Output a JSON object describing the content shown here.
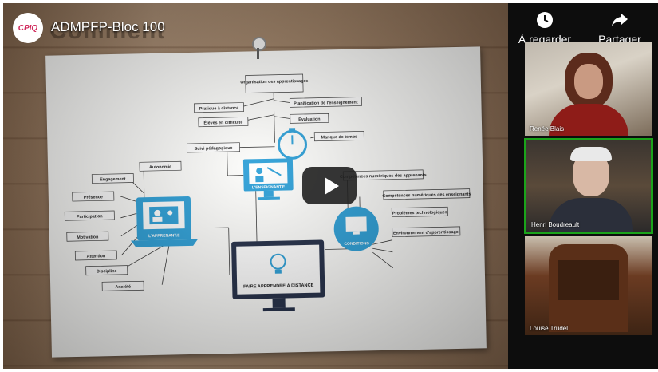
{
  "video": {
    "channel_logo": "CPIQ",
    "title": "ADMPFP-Bloc 100",
    "watermark": "Comment",
    "watch_later_label": "À regarder ...",
    "share_label": "Partager"
  },
  "diagram": {
    "nodes": {
      "organisation": "Organisation des apprentissages",
      "pratique": "Pratique à distance",
      "planification": "Planification de l'enseignement",
      "eleves": "Élèves en difficulté",
      "evaluation": "Évaluation",
      "suivi": "Suivi pédagogique",
      "manque": "Manque de temps",
      "autonomie": "Autonomie",
      "engagement": "Engagement",
      "enseignant": "L'ENSEIGNANT.E",
      "presence": "Présence",
      "participation": "Participation",
      "motivation": "Motivation",
      "attention": "Attention",
      "apprenant": "L'APPRENANT.E",
      "discipline": "Discipline",
      "anxiete": "Anxiété",
      "comp_app": "Compétences numériques des apprenants",
      "comp_ens": "Compétences numériques des enseignants",
      "problemes": "Problèmes technologiques",
      "environnement": "Environnement d'apprentissage",
      "conditions": "CONDITIONS",
      "faire": "FAIRE APPRENDRE À DISTANCE"
    }
  },
  "participants": [
    {
      "name": "Renée Blais"
    },
    {
      "name": "Henri Boudreault"
    },
    {
      "name": "Louise Trudel"
    }
  ],
  "colors": {
    "accent": "#2a9fd8",
    "active_speaker": "#1aa31a"
  }
}
